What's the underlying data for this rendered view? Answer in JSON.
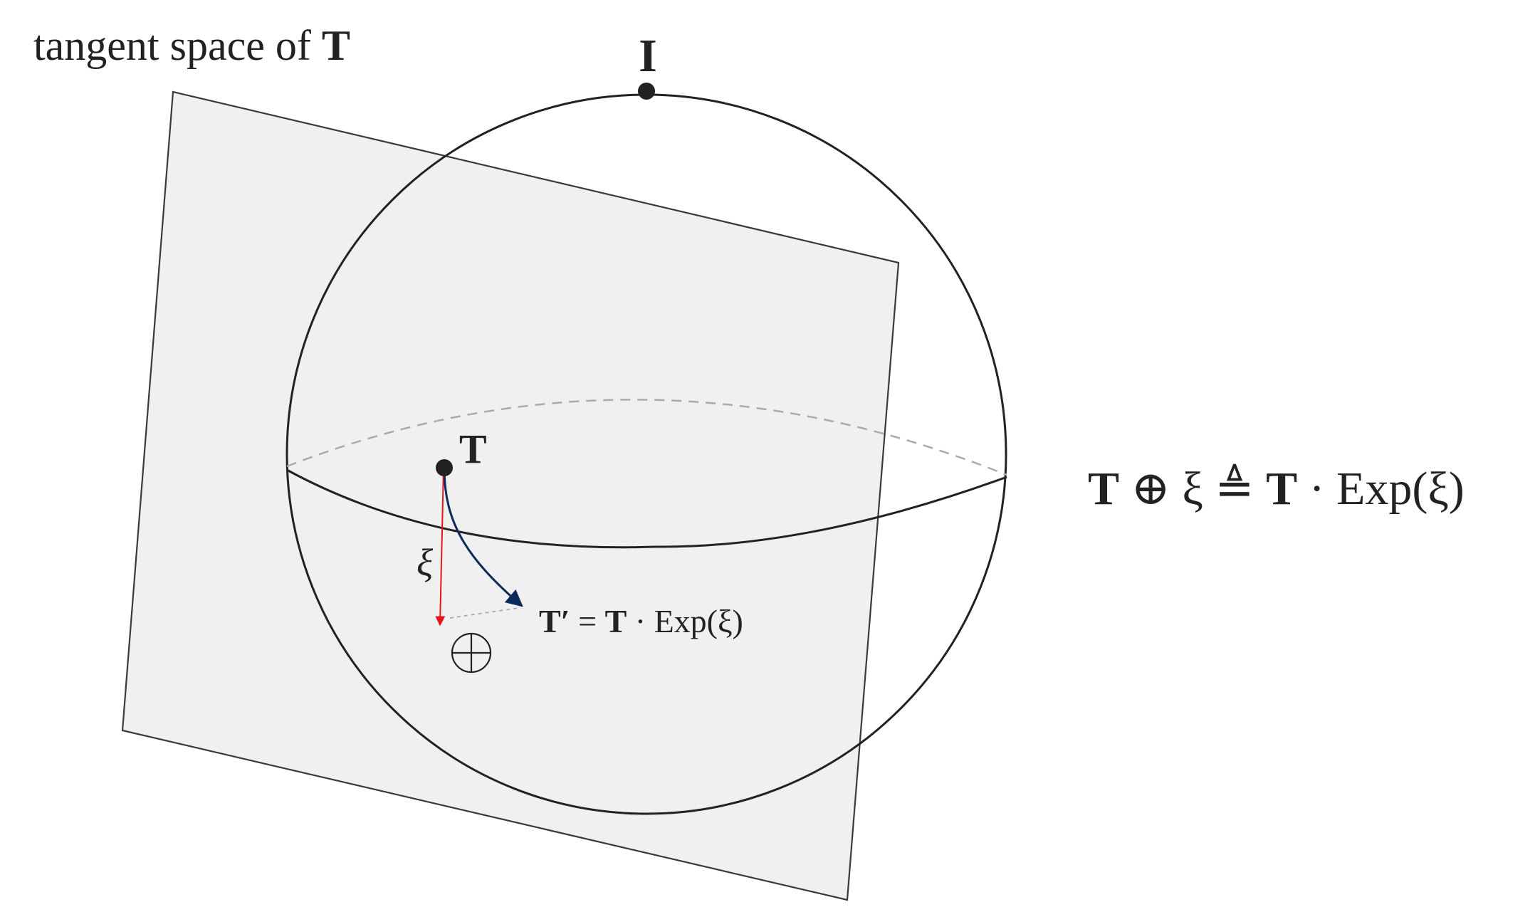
{
  "title": {
    "prefix": "tangent space of ",
    "symbol": "T"
  },
  "points": {
    "identity": "I",
    "T": "T"
  },
  "vector_label": "ξ",
  "oplus_symbol": "⊕",
  "result_label": {
    "lhs": "T′",
    "eq": " = ",
    "T": "T",
    "rest": " · Exp(ξ)"
  },
  "definition": {
    "T1": "T",
    "op1": " ⊕ ξ ≜ ",
    "T2": "T",
    "rest": " · Exp(ξ)"
  },
  "colors": {
    "plane_fill": "#f0f0f0",
    "plane_stroke": "#3a3a3a",
    "sphere_stroke": "#222222",
    "back_arc": "#aaaaaa",
    "vector": "#e8141c",
    "exp_curve": "#0d2a5c",
    "point": "#222222"
  }
}
